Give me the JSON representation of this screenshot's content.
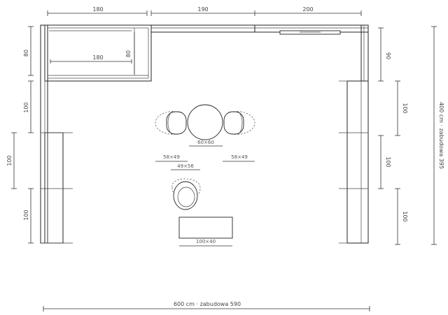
{
  "dimensions": {
    "top_1": "180",
    "top_2": "190",
    "top_3": "200",
    "inner_width": "180",
    "inner_height": "80",
    "left_top": "80",
    "left_upper": "100",
    "left_mid": "100",
    "left_lower": "100",
    "right_top": "90",
    "right_upper": "100",
    "right_mid": "100",
    "right_lower": "100",
    "total_height": "400 cm · zabudowa 395",
    "total_width": "600 cm · zabudowa 590"
  },
  "furniture": {
    "table": "60×60",
    "chair_left": "58×49",
    "chair_right": "58×49",
    "armchair": "49×56",
    "bench": "100×40"
  }
}
